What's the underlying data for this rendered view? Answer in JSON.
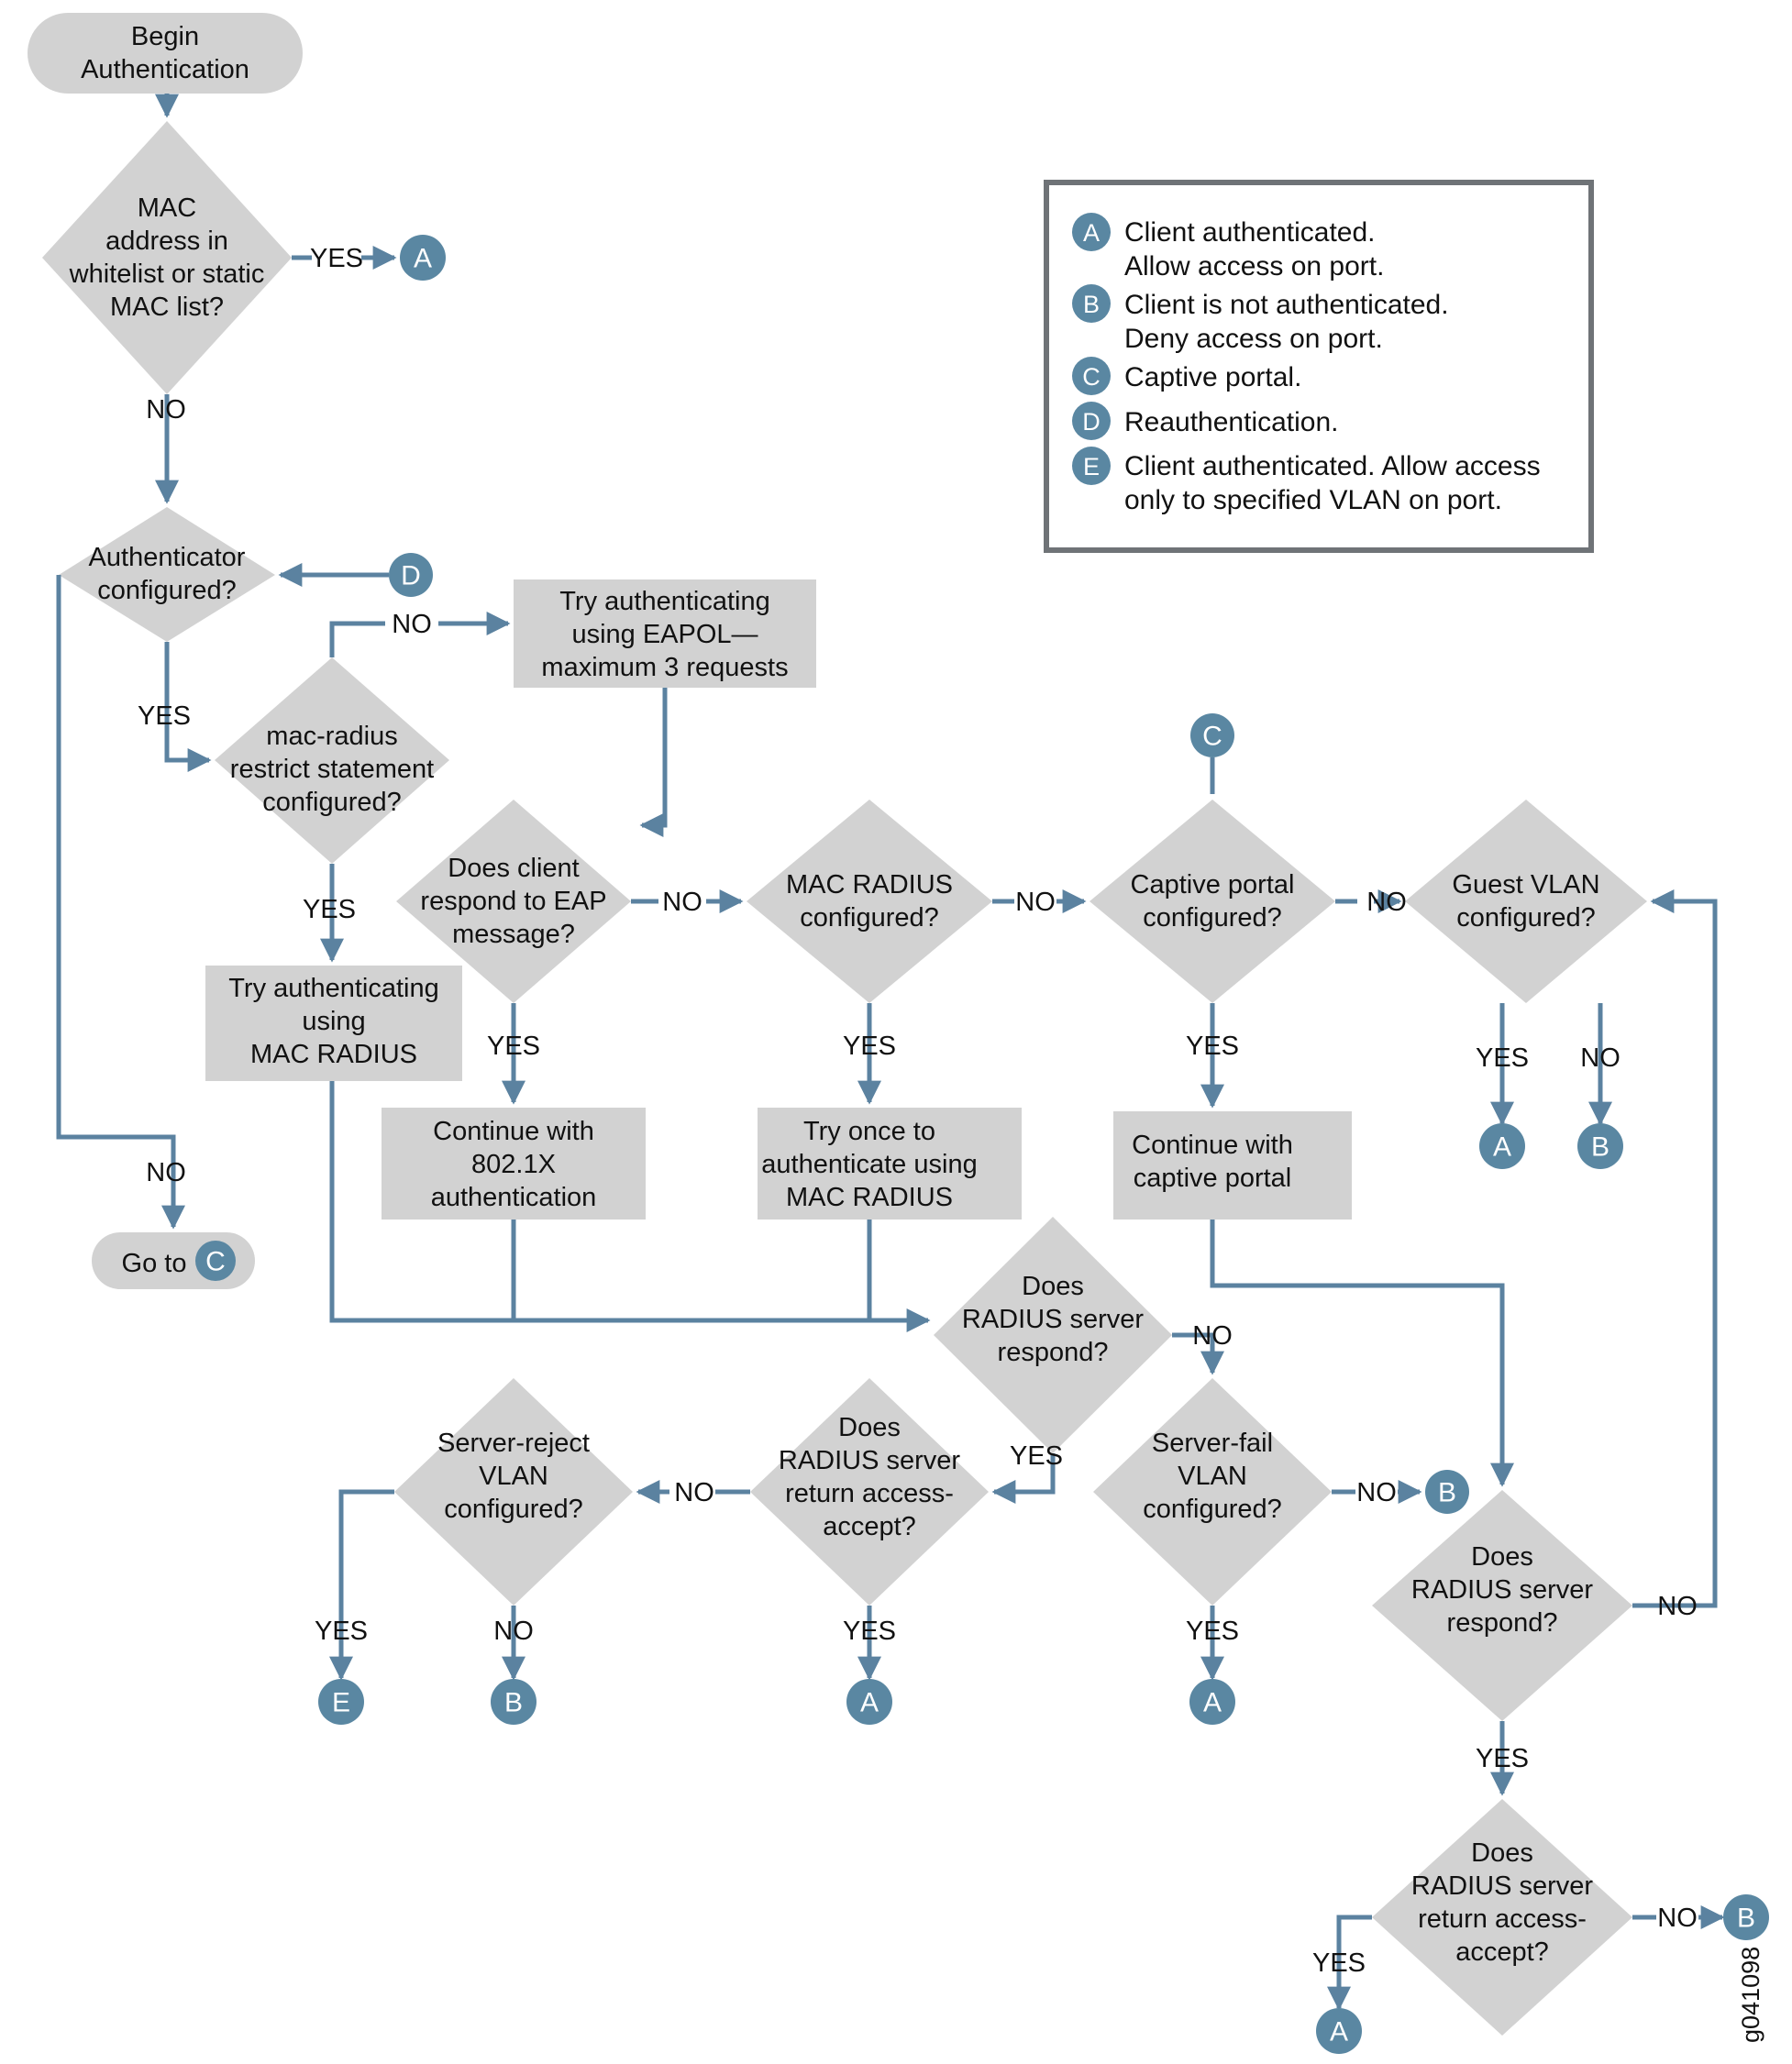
{
  "diagram": {
    "title": "802.1X / MAC RADIUS Authentication Flowchart",
    "watermark": "g041098",
    "colors": {
      "shape_fill": "#d2d2d2",
      "line": "#5b82a0",
      "circle": "#5a87a2",
      "legend_border": "#6f7377",
      "text": "#111111"
    }
  },
  "legend": {
    "items": [
      {
        "key": "A",
        "line1": "Client authenticated.",
        "line2": "Allow access on port."
      },
      {
        "key": "B",
        "line1": "Client is not authenticated.",
        "line2": "Deny access on port."
      },
      {
        "key": "C",
        "line1": "Captive portal.",
        "line2": ""
      },
      {
        "key": "D",
        "line1": "Reauthentication.",
        "line2": ""
      },
      {
        "key": "E",
        "line1": "Client authenticated. Allow access",
        "line2": "only to specified VLAN on port."
      }
    ]
  },
  "nodes": {
    "begin": {
      "type": "terminator",
      "lines": [
        "Begin",
        "Authentication"
      ]
    },
    "mac_whitelist": {
      "type": "decision",
      "lines": [
        "MAC",
        "address in",
        "whitelist or static",
        "MAC list?"
      ]
    },
    "authenticator": {
      "type": "decision",
      "lines": [
        "Authenticator",
        "configured?"
      ]
    },
    "eapol": {
      "type": "process",
      "lines": [
        "Try authenticating",
        "using EAPOL—",
        "maximum 3 requests"
      ]
    },
    "mac_radius_restrict": {
      "type": "decision",
      "lines": [
        "mac-radius",
        "restrict statement",
        "configured?"
      ]
    },
    "try_mac_radius": {
      "type": "process",
      "lines": [
        "Try authenticating",
        "using",
        "MAC RADIUS"
      ]
    },
    "goto_c": {
      "type": "terminator",
      "lines": [
        "Go to"
      ],
      "badge": "C"
    },
    "client_eap": {
      "type": "decision",
      "lines": [
        "Does client",
        "respond to EAP",
        "message?"
      ]
    },
    "mac_radius_cfg": {
      "type": "decision",
      "lines": [
        "MAC RADIUS",
        "configured?"
      ]
    },
    "captive_cfg": {
      "type": "decision",
      "lines": [
        "Captive portal",
        "configured?"
      ]
    },
    "guest_vlan_cfg": {
      "type": "decision",
      "lines": [
        "Guest VLAN",
        "configured?"
      ]
    },
    "continue_8021x": {
      "type": "process",
      "lines": [
        "Continue with",
        "802.1X",
        "authentication"
      ]
    },
    "try_once_mac": {
      "type": "process",
      "lines": [
        "Try once to",
        "authenticate using",
        "MAC RADIUS"
      ]
    },
    "continue_captive": {
      "type": "process",
      "lines": [
        "Continue with",
        "captive portal"
      ]
    },
    "radius_respond_1": {
      "type": "decision",
      "lines": [
        "Does",
        "RADIUS server",
        "respond?"
      ]
    },
    "server_fail_vlan": {
      "type": "decision",
      "lines": [
        "Server-fail",
        "VLAN",
        "configured?"
      ]
    },
    "radius_accept_1": {
      "type": "decision",
      "lines": [
        "Does",
        "RADIUS server",
        "return access-",
        "accept?"
      ]
    },
    "server_reject_vlan": {
      "type": "decision",
      "lines": [
        "Server-reject",
        "VLAN",
        "configured?"
      ]
    },
    "radius_respond_2": {
      "type": "decision",
      "lines": [
        "Does",
        "RADIUS server",
        "respond?"
      ]
    },
    "radius_accept_2": {
      "type": "decision",
      "lines": [
        "Does",
        "RADIUS server",
        "return access-",
        "accept?"
      ]
    }
  },
  "edge_labels": {
    "yes": "YES",
    "no": "NO"
  },
  "connectors": {
    "a1": "A",
    "a2": "A",
    "a3": "A",
    "a4": "A",
    "b1": "B",
    "b2": "B",
    "b3": "B",
    "c_in": "C",
    "c_goto": "C",
    "d_in": "D",
    "e1": "E"
  }
}
